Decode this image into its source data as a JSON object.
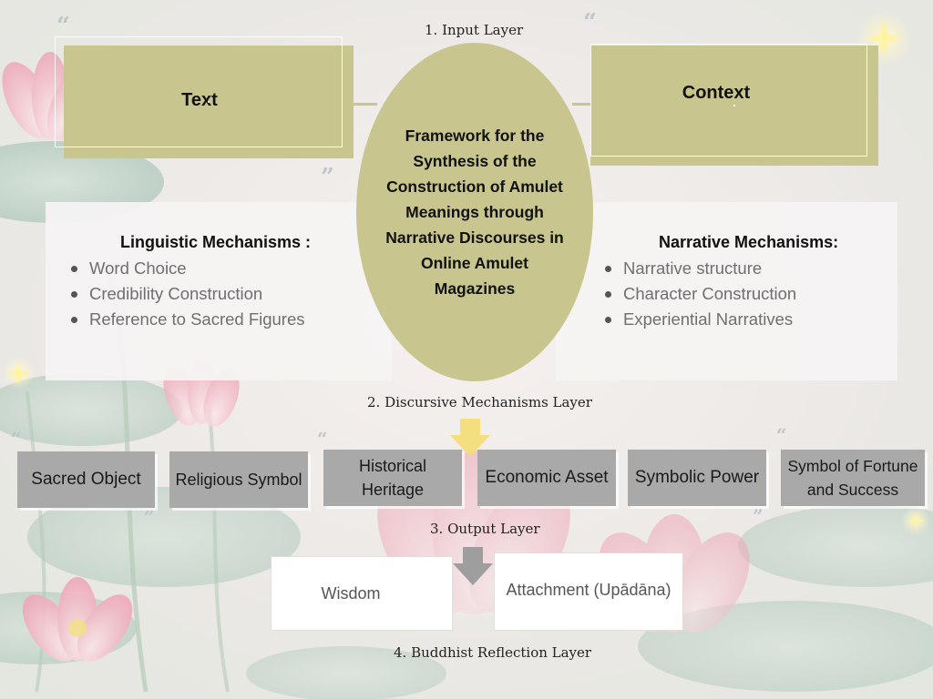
{
  "layers": {
    "input": "1. Input Layer",
    "discursive": "2. Discursive Mechanisms Layer",
    "output": "3. Output Layer",
    "reflection": "4. Buddhist Reflection Layer"
  },
  "inputs": {
    "text": "Text",
    "context": "Context"
  },
  "center": {
    "framework": "Framework for the Synthesis of the Construction of Amulet Meanings through Narrative Discourses in Online Amulet Magazines"
  },
  "linguistic": {
    "title": "Linguistic Mechanisms :",
    "items": [
      "Word Choice",
      "Credibility Construction",
      "Reference to Sacred Figures"
    ]
  },
  "narrative": {
    "title": "Narrative Mechanisms:",
    "items": [
      "Narrative structure",
      "Character Construction",
      "Experiential Narratives"
    ]
  },
  "outputs": [
    "Sacred Object",
    "Religious Symbol",
    "Historical Heritage",
    "Economic Asset",
    "Symbolic Power",
    "Symbol of Fortune and Success"
  ],
  "reflection": {
    "wisdom": "Wisdom",
    "attachment": "Attachment (Upādāna)"
  },
  "colors": {
    "olive": "#c9c58e",
    "gray_box": "#a9a9a9",
    "yellow_arrow": "#f4dc7a",
    "gray_arrow": "#9e9e9e"
  }
}
